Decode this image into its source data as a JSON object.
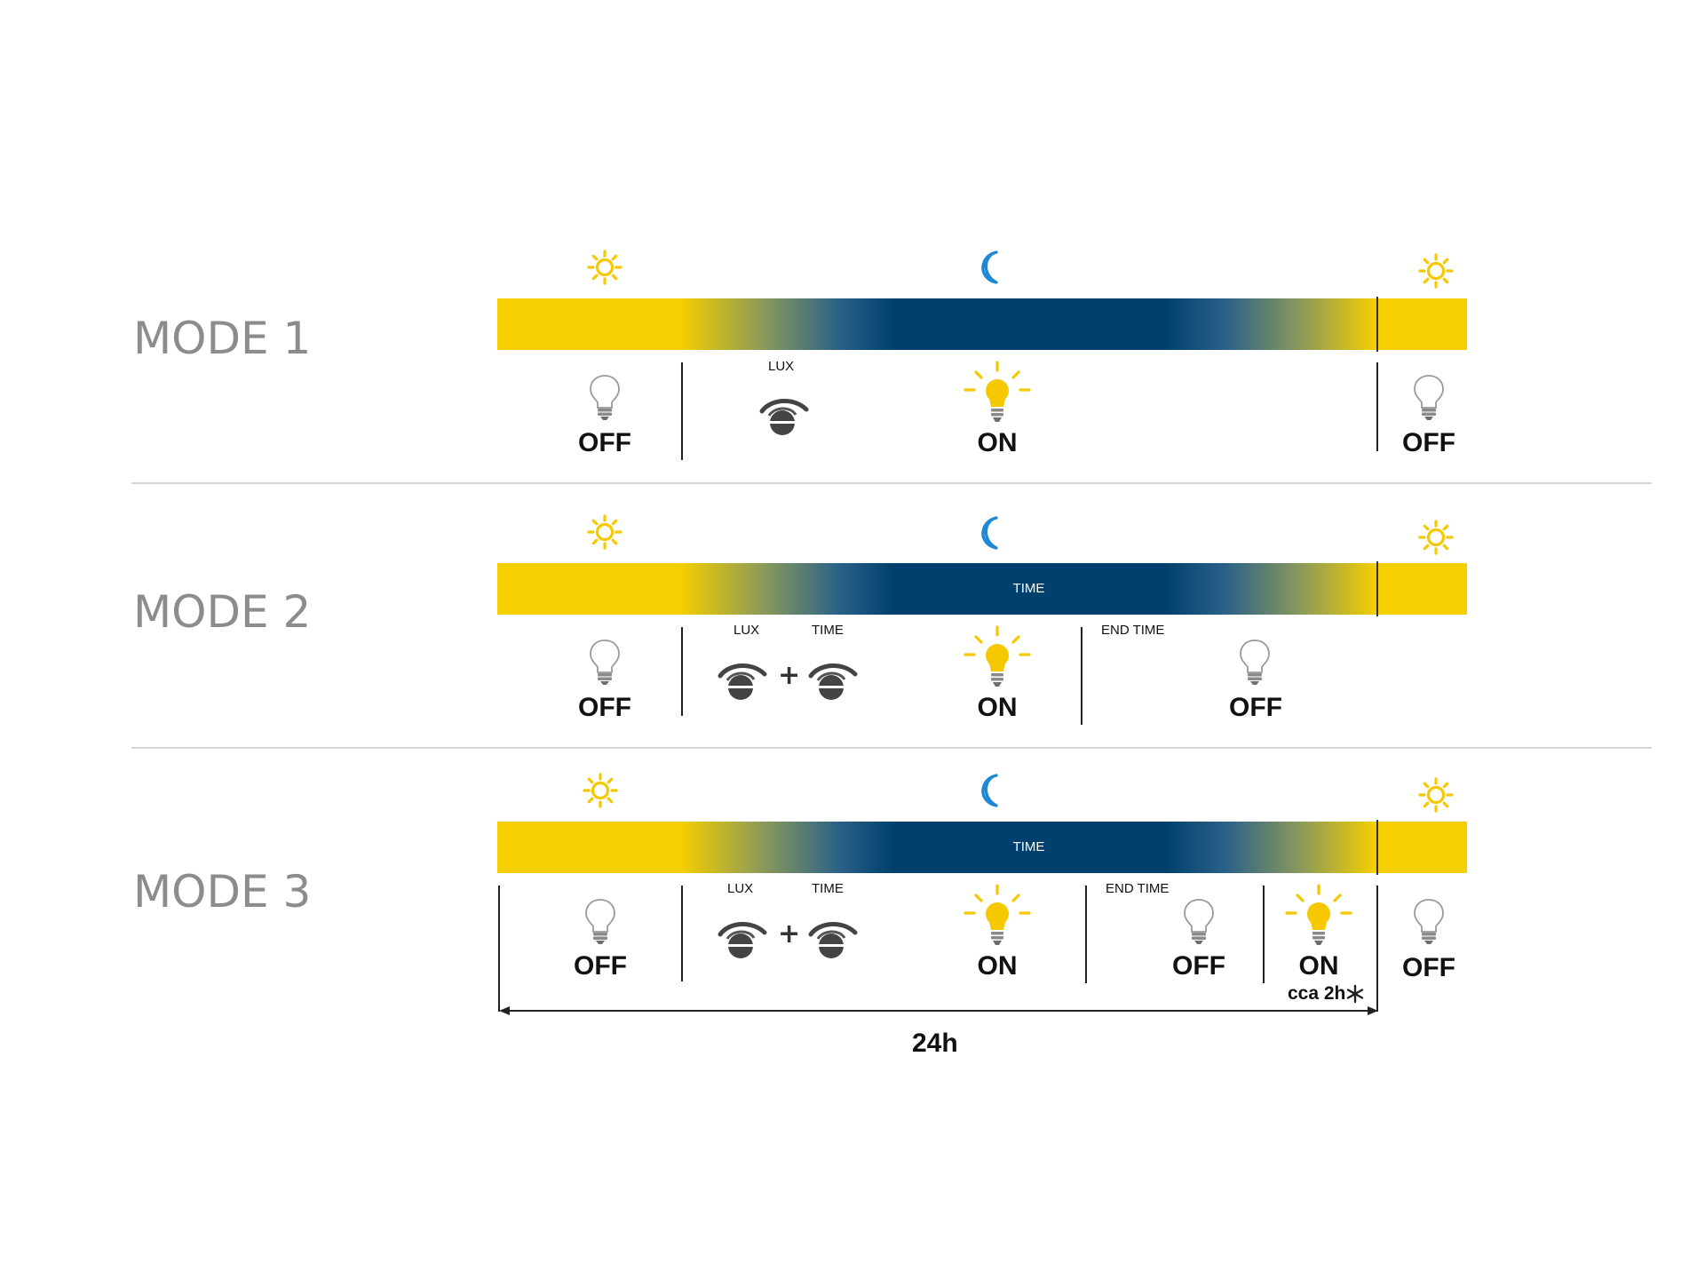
{
  "modes": [
    {
      "label": "MODE 1",
      "states": [
        "OFF",
        "ON",
        "OFF"
      ],
      "sensor_labels": [
        "LUX"
      ]
    },
    {
      "label": "MODE 2",
      "bar_text": "TIME",
      "states": [
        "OFF",
        "ON",
        "OFF"
      ],
      "sensor_labels": [
        "LUX",
        "TIME"
      ],
      "end_label": "END TIME",
      "plus": "+"
    },
    {
      "label": "MODE 3",
      "bar_text": "TIME",
      "states": [
        "OFF",
        "ON",
        "OFF",
        "ON",
        "OFF"
      ],
      "sensor_labels": [
        "LUX",
        "TIME"
      ],
      "end_label": "END TIME",
      "plus": "+",
      "extra_note": "cca 2h"
    }
  ],
  "total_duration": "24h",
  "colors": {
    "day": "#f6cf00",
    "night": "#00406e",
    "sun_icon": "#f6c800",
    "moon_icon": "#1e88d4",
    "bulb_on": "#f6c800"
  },
  "icons": [
    "sun-icon",
    "moon-icon",
    "bulb-off-icon",
    "bulb-on-icon",
    "light-sensor-icon",
    "asterisk-icon"
  ]
}
